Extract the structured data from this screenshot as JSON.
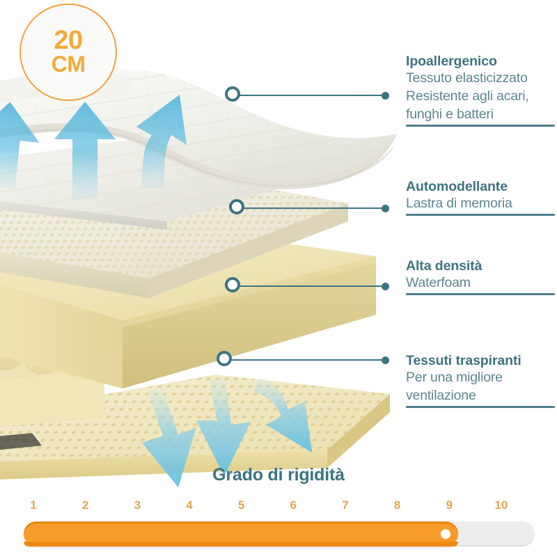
{
  "badge": {
    "value": "20",
    "unit": "CM",
    "accent_color": "#F5A93C"
  },
  "callouts": [
    {
      "id": "ipoallergenico",
      "title": "Ipoallergenico",
      "desc_lines": [
        "Tessuto elasticizzato",
        "Resistente agli acari,",
        "funghi e batteri"
      ]
    },
    {
      "id": "automodellante",
      "title": "Automodellante",
      "desc_lines": [
        "Lastra di memoria"
      ]
    },
    {
      "id": "alta-densita",
      "title": "Alta densità",
      "desc_lines": [
        "Waterfoam"
      ]
    },
    {
      "id": "tessuti-traspiranti",
      "title": "Tessuti traspiranti",
      "desc_lines": [
        "Per una migliore",
        "ventilazione"
      ]
    }
  ],
  "rigidity": {
    "title": "Grado di rigidità",
    "scale": [
      "1",
      "2",
      "3",
      "4",
      "5",
      "6",
      "7",
      "8",
      "9",
      "10"
    ],
    "value": 8.5,
    "max": 10,
    "fill_color": "#F79C2A",
    "track_color": "#ECECEC",
    "number_color": "#E0A64E"
  },
  "theme": {
    "teal": "#3C7480",
    "teal_light": "#5C868F",
    "orange": "#F5A93C",
    "arrow_blue": "#4FB3DC"
  }
}
